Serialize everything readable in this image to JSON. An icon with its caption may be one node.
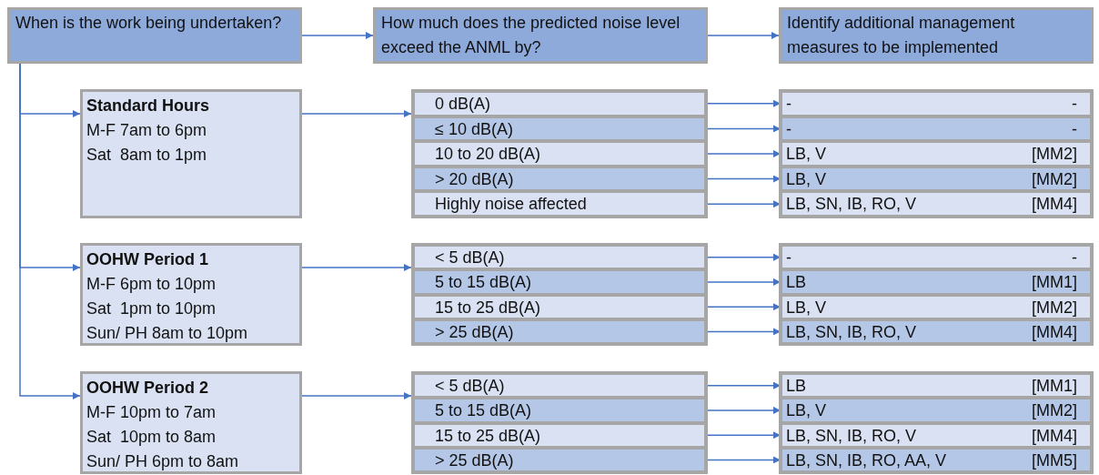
{
  "diagram": {
    "nodes": [
      {
        "text": [
          "When is the work being undertaken?"
        ]
      },
      {
        "text": [
          "How much does the predicted noise level exceed the ANML by?"
        ]
      },
      {
        "text": [
          "Identify additional management measures to be implemented"
        ]
      },
      {
        "text": [
          "Standard Hours",
          "M-F 7am to 6pm",
          "Sat  8am to 1pm"
        ]
      },
      {
        "text": [],
        "shape": "box"
      },
      {
        "text": [
          "0 dB(A)"
        ],
        "in": 4
      },
      {
        "text": [
          "≤ 10 dB(A)"
        ],
        "in": 4
      },
      {
        "text": [
          "10 to 20 dB(A)"
        ],
        "in": 4
      },
      {
        "text": [
          "> 20 dB(A)"
        ],
        "in": 4
      },
      {
        "text": [
          "Highly noise affected"
        ],
        "in": 4
      },
      {
        "text": [],
        "shape": "box"
      },
      {
        "text": [
          "-",
          "-"
        ],
        "in": 10
      },
      {
        "text": [
          "-",
          "-"
        ],
        "in": 10
      },
      {
        "text": [
          "LB, V",
          "[MM2]"
        ],
        "in": 10
      },
      {
        "text": [
          "LB, V",
          "[MM2]"
        ],
        "in": 10
      },
      {
        "text": [
          "LB, SN, IB, RO, V",
          "[MM4]"
        ],
        "in": 10
      },
      {
        "text": [
          "OOHW Period 1",
          "M-F 6pm to 10pm",
          "Sat  1pm to 10pm",
          "Sun/ PH 8am to 10pm"
        ]
      },
      {
        "text": [],
        "shape": "box"
      },
      {
        "text": [
          "< 5 dB(A)"
        ],
        "in": 17
      },
      {
        "text": [
          "5 to 15 dB(A)"
        ],
        "in": 17
      },
      {
        "text": [
          "15 to 25 dB(A)"
        ],
        "in": 17
      },
      {
        "text": [
          "> 25 dB(A)"
        ],
        "in": 17
      },
      {
        "text": [],
        "shape": "box"
      },
      {
        "text": [
          "-",
          "-"
        ],
        "in": 22
      },
      {
        "text": [
          "LB",
          "[MM1]"
        ],
        "in": 22
      },
      {
        "text": [
          "LB, V",
          "[MM2]"
        ],
        "in": 22
      },
      {
        "text": [
          "LB, SN, IB, RO, V",
          "[MM4]"
        ],
        "in": 22
      },
      {
        "text": [
          "OOHW Period 2",
          "M-F 10pm to 7am",
          "Sat  10pm to 8am",
          "Sun/ PH 6pm to 8am"
        ]
      },
      {
        "text": [],
        "shape": "box"
      },
      {
        "text": [
          "< 5 dB(A)"
        ],
        "in": 28
      },
      {
        "text": [
          "5 to 15 dB(A)"
        ],
        "in": 28
      },
      {
        "text": [
          "15 to 25 dB(A)"
        ],
        "in": 28
      },
      {
        "text": [
          "> 25 dB(A)"
        ],
        "in": 28
      },
      {
        "text": [],
        "shape": "box"
      },
      {
        "text": [
          "LB",
          "[MM1]"
        ],
        "in": 33
      },
      {
        "text": [
          "LB, V",
          "[MM2]"
        ],
        "in": 33
      },
      {
        "text": [
          "LB, SN, IB, RO, V",
          "[MM4]"
        ],
        "in": 33
      },
      {
        "text": [
          "LB, SN, IB, RO, AA, V",
          "[MM5]"
        ],
        "in": 33
      }
    ],
    "edges": [
      {
        "from": 0,
        "to": 1,
        "arrow": "to"
      },
      {
        "from": 1,
        "to": 2,
        "arrow": "to"
      },
      {
        "from": 0,
        "to": 3,
        "arrow": "to"
      },
      {
        "from": 0,
        "to": 16,
        "arrow": "to"
      },
      {
        "from": 0,
        "to": 27,
        "arrow": "to"
      },
      {
        "from": 3,
        "to": 4,
        "arrow": "to"
      },
      {
        "from": 16,
        "to": 17,
        "arrow": "to"
      },
      {
        "from": 27,
        "to": 28,
        "arrow": "to"
      },
      {
        "from": 5,
        "to": 11,
        "arrow": "to"
      },
      {
        "from": 6,
        "to": 12,
        "arrow": "to"
      },
      {
        "from": 7,
        "to": 13,
        "arrow": "to"
      },
      {
        "from": 8,
        "to": 14,
        "arrow": "to"
      },
      {
        "from": 9,
        "to": 15,
        "arrow": "to"
      },
      {
        "from": 18,
        "to": 23,
        "arrow": "to"
      },
      {
        "from": 19,
        "to": 24,
        "arrow": "to"
      },
      {
        "from": 20,
        "to": 25,
        "arrow": "to"
      },
      {
        "from": 21,
        "to": 26,
        "arrow": "to"
      },
      {
        "from": 29,
        "to": 34,
        "arrow": "to"
      },
      {
        "from": 30,
        "to": 35,
        "arrow": "to"
      },
      {
        "from": 31,
        "to": 36,
        "arrow": "to"
      },
      {
        "from": 32,
        "to": 37,
        "arrow": "to"
      }
    ]
  }
}
